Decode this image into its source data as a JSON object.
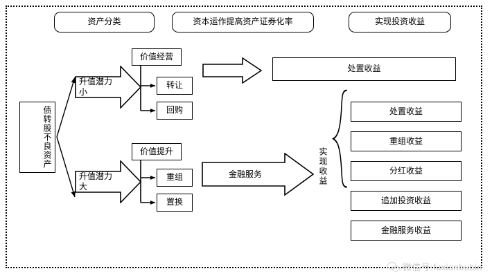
{
  "diagram": {
    "title_row": [
      {
        "id": "asset-classification",
        "label": "资产分类"
      },
      {
        "id": "capital-operation",
        "label": "资本运作提高资产证券化率"
      },
      {
        "id": "investment-return",
        "label": "实现投资收益"
      }
    ],
    "source": {
      "id": "debt-to-equity-npl",
      "label": "债转股不良资产"
    },
    "branches": [
      {
        "id": "low-appreciation",
        "label": "升值潜力小"
      },
      {
        "id": "high-appreciation",
        "label": "升值潜力大"
      }
    ],
    "value_groups": [
      {
        "id": "value-operation",
        "label": "价值经营",
        "children": [
          {
            "id": "transfer",
            "label": "转让"
          },
          {
            "id": "repurchase",
            "label": "回购"
          }
        ]
      },
      {
        "id": "value-enhancement",
        "label": "价值提升",
        "children": [
          {
            "id": "restructuring",
            "label": "重组"
          },
          {
            "id": "replacement",
            "label": "置换"
          }
        ]
      }
    ],
    "flow_arrows": [
      {
        "id": "plain-arrow",
        "label": ""
      },
      {
        "id": "financial-service-arrow",
        "label": "金融服务"
      }
    ],
    "disposal_result": {
      "id": "disposal-gain-top",
      "label": "处置收益"
    },
    "realized_label": {
      "id": "realized-gain",
      "label": "实现收益"
    },
    "results": [
      {
        "id": "disposal-gain",
        "label": "处置收益"
      },
      {
        "id": "restructuring-gain",
        "label": "重组收益"
      },
      {
        "id": "dividend-gain",
        "label": "分红收益"
      },
      {
        "id": "additional-investment-gain",
        "label": "追加投资收益"
      },
      {
        "id": "financial-service-gain",
        "label": "金融服务收益"
      }
    ],
    "watermark": {
      "id": "wechat-watermark",
      "label": "微信号:fuxianbubin"
    }
  },
  "colors": {
    "stroke": "#000000",
    "background": "#ffffff",
    "watermark": "#c9c9c9"
  }
}
